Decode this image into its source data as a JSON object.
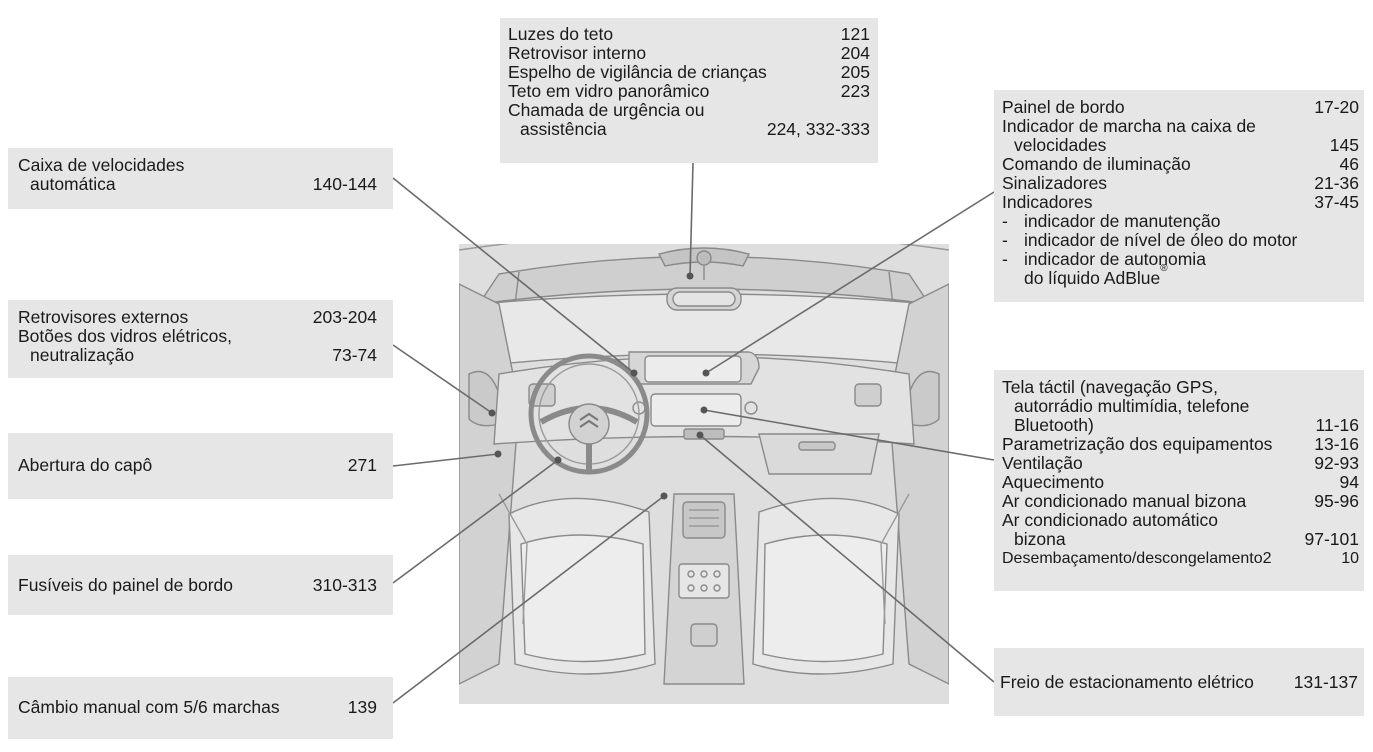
{
  "ceiling_box": {
    "rows": [
      {
        "label": "Luzes do teto",
        "page": "121"
      },
      {
        "label": "Retrovisor interno",
        "page": "204"
      },
      {
        "label": "Espelho de vigilância de crianças",
        "page": "205"
      },
      {
        "label": "Teto em vidro panorâmico",
        "page": "223"
      }
    ],
    "last_line1": "Chamada de urgência ou",
    "last_line2": "assistência",
    "last_page": "224, 332-333"
  },
  "gearbox_auto": {
    "line1": "Caixa de velocidades",
    "line2": "automática",
    "page": "140-144"
  },
  "mirrors_box": {
    "row1_label": "Retrovisores externos",
    "row1_page": "203-204",
    "row2_line1": "Botões dos vidros elétricos,",
    "row2_line2": "neutralização",
    "row2_page": "73-74"
  },
  "bonnet": {
    "label": "Abertura do capô",
    "page": "271"
  },
  "fuses": {
    "label": "Fusíveis do painel de bordo",
    "page": "310-313"
  },
  "manual_gearbox": {
    "label": "Câmbio manual com 5/6 marchas",
    "page": "139"
  },
  "instrument_box": {
    "panel_label": "Painel de bordo",
    "panel_page": "17-20",
    "gear_line1": "Indicador de marcha na caixa de",
    "gear_line2": "velocidades",
    "gear_page": "145",
    "lighting_label": "Comando de iluminação",
    "lighting_page": "46",
    "signals_label": "Sinalizadores",
    "signals_page": "21-36",
    "indicators_label": "Indicadores",
    "indicators_page": "37-45",
    "bullet_dash": "-",
    "bullet1": "indicador de manutenção",
    "bullet2": "indicador de nível de óleo do motor",
    "bullet3_line1": "indicador de autonomia",
    "bullet3_line2": "do líquido AdBlue",
    "bullet3_reg": "®"
  },
  "touchscreen_box": {
    "title_bold": "Tela táctil",
    "title_rest": " (navegação GPS,",
    "title_line2": "autorrádio multimídia, telefone",
    "title_line3": "Bluetooth)",
    "title_page": "11-16",
    "rows": [
      {
        "label": "Parametrização dos equipamentos",
        "page": "13-16"
      },
      {
        "label": "Ventilação",
        "page": "92-93"
      },
      {
        "label": "Aquecimento",
        "page": "94"
      },
      {
        "label": "Ar condicionado manual bizona",
        "page": "95-96"
      }
    ],
    "auto_line1": "Ar condicionado automático",
    "auto_line2": "bizona",
    "auto_page": "97-101",
    "demist_label": "Desembaçamento/descongelamento2",
    "demist_page": "10"
  },
  "parking_brake": {
    "label": "Freio de estacionamento elétrico",
    "page": "131-137"
  }
}
